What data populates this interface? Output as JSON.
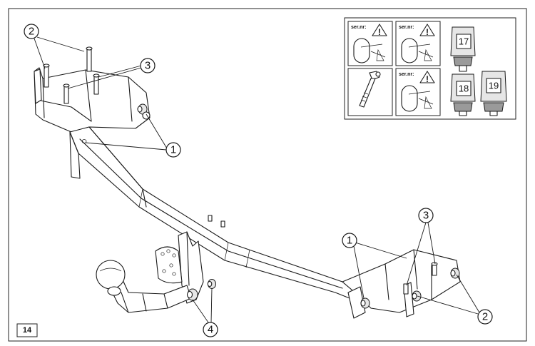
{
  "figure_number": "14",
  "callouts": {
    "top_left_bracket": "2",
    "top_left_pins": "3",
    "top_left_bolts": "1",
    "right_bolts_top": "1",
    "right_pins": "3",
    "right_bracket": "2",
    "ball_bolts": "4"
  },
  "legend": {
    "panel1_label": "ser.nr:",
    "panel2_label": "ser.nr:",
    "panel4_label": "ser.nr:",
    "warning_symbol": "!",
    "socket_sizes": [
      "17",
      "18",
      "19"
    ]
  },
  "icons": [
    "warning-triangle-icon",
    "torque-wrench-icon",
    "socket-icon"
  ]
}
